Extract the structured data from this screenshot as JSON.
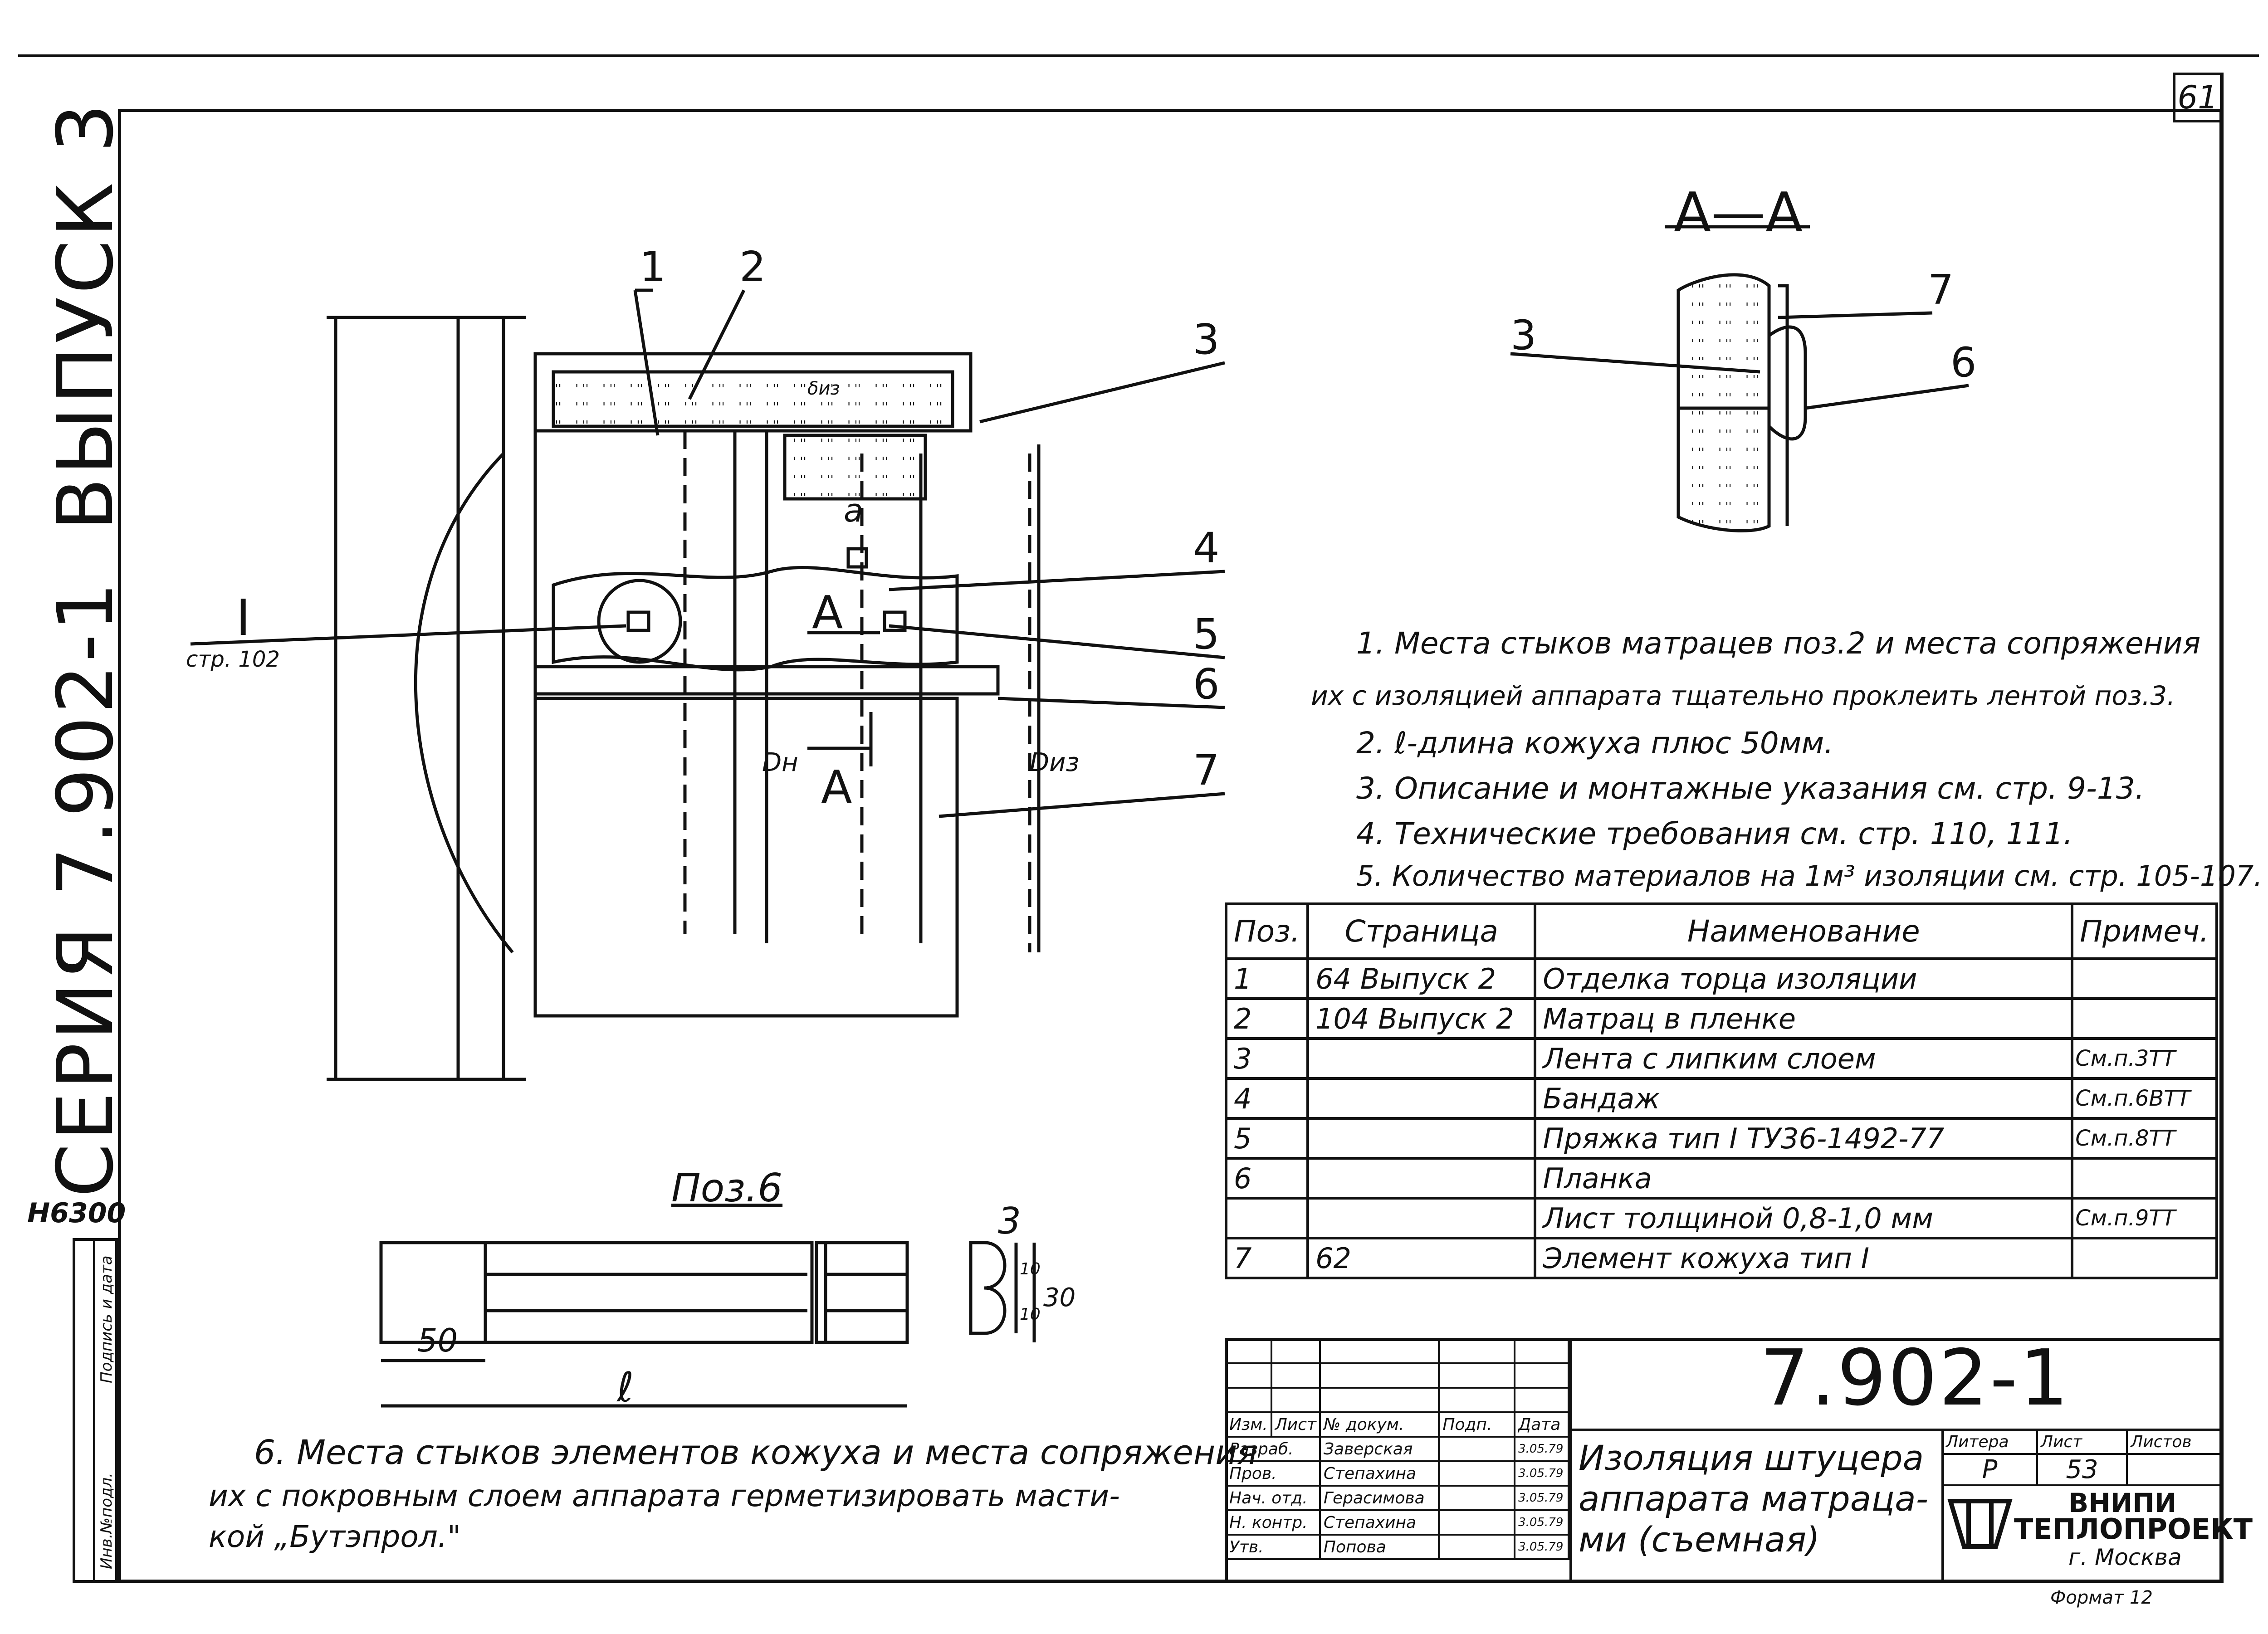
{
  "sheet": {
    "page_number": "61",
    "side_series": "СЕРИЯ 7.902-1",
    "side_issue": "ВЫПУСК 3",
    "inventory": "Н6300",
    "left_strip": [
      "Подпись и дата",
      "Инв.№подл."
    ]
  },
  "drawing": {
    "callouts": [
      "1",
      "2",
      "3",
      "4",
      "5",
      "6",
      "7"
    ],
    "detail_ref_roman": "I",
    "detail_ref_page": "стр. 102",
    "section_letter": "А",
    "dim_a": "a",
    "dim_biz": "δиз",
    "dim_dn": "Dн",
    "dim_diz": "Dиз"
  },
  "section_view": {
    "title": "А—А",
    "callouts": [
      "3",
      "7",
      "6"
    ]
  },
  "pos6": {
    "title": "Поз.6",
    "dim_50": "50",
    "dim_l": "ℓ",
    "dim_3": "3",
    "dim_10a": "10",
    "dim_10b": "10",
    "dim_30": "30"
  },
  "notes": [
    "1. Места стыков матрацев поз.2 и места сопряжения",
    "их с изоляцией аппарата тщательно проклеить лентой поз.3.",
    "2. ℓ-длина кожуха плюс 50мм.",
    "3. Описание и монтажные указания см. стр. 9-13.",
    "4. Технические требования см. стр. 110, 111.",
    "5. Количество материалов на 1м³ изоляции см. стр. 105-107."
  ],
  "note6": [
    "6. Места стыков элементов кожуха и места сопряжения",
    "их с покровным слоем аппарата герметизировать масти-",
    "кой „Бутэпрол.\""
  ],
  "spec_table": {
    "headers": [
      "Поз.",
      "Страница",
      "Наименование",
      "Примеч."
    ],
    "rows": [
      {
        "pos": "1",
        "page": "64 Выпуск 2",
        "name": "Отделка торца изоляции",
        "note": ""
      },
      {
        "pos": "2",
        "page": "104 Выпуск 2",
        "name": "Матрац в пленке",
        "note": ""
      },
      {
        "pos": "3",
        "page": "",
        "name": "Лента с липким слоем",
        "note": "См.п.3ТТ"
      },
      {
        "pos": "4",
        "page": "",
        "name": "Бандаж",
        "note": "См.п.6ВТТ"
      },
      {
        "pos": "5",
        "page": "",
        "name": "Пряжка тип I ТУ36-1492-77",
        "note": "См.п.8ТТ"
      },
      {
        "pos": "6",
        "page": "",
        "name": "Планка",
        "note": ""
      },
      {
        "pos": "",
        "page": "",
        "name": "Лист толщиной 0,8-1,0 мм",
        "note": "См.п.9ТТ"
      },
      {
        "pos": "7",
        "page": "62",
        "name": "Элемент кожуха тип I",
        "note": ""
      }
    ]
  },
  "title_block": {
    "doc_code": "7.902-1",
    "title_lines": [
      "Изоляция штуцера",
      "аппарата матраца-",
      "ми (съемная)"
    ],
    "col_headers": [
      "Изм.",
      "Лист",
      "№ докум.",
      "Подп.",
      "Дата"
    ],
    "roles": [
      {
        "role": "Разраб.",
        "name": "Заверская",
        "date": "3.05.79"
      },
      {
        "role": "Пров.",
        "name": "Степахина",
        "date": "3.05.79"
      },
      {
        "role": "Нач. отд.",
        "name": "Герасимова",
        "date": "3.05.79"
      },
      {
        "role": "Н. контр.",
        "name": "Степахина",
        "date": "3.05.79"
      },
      {
        "role": "Утв.",
        "name": "Попова",
        "date": "3.05.79"
      }
    ],
    "stage_headers": [
      "Литера",
      "Лист",
      "Листов"
    ],
    "stage": "Р",
    "sheet_no": "53",
    "sheets_total": "",
    "org_line1": "ВНИПИ",
    "org_line2": "ТЕПЛОПРОЕКТ",
    "org_city": "г. Москва",
    "format": "Формат 12"
  }
}
